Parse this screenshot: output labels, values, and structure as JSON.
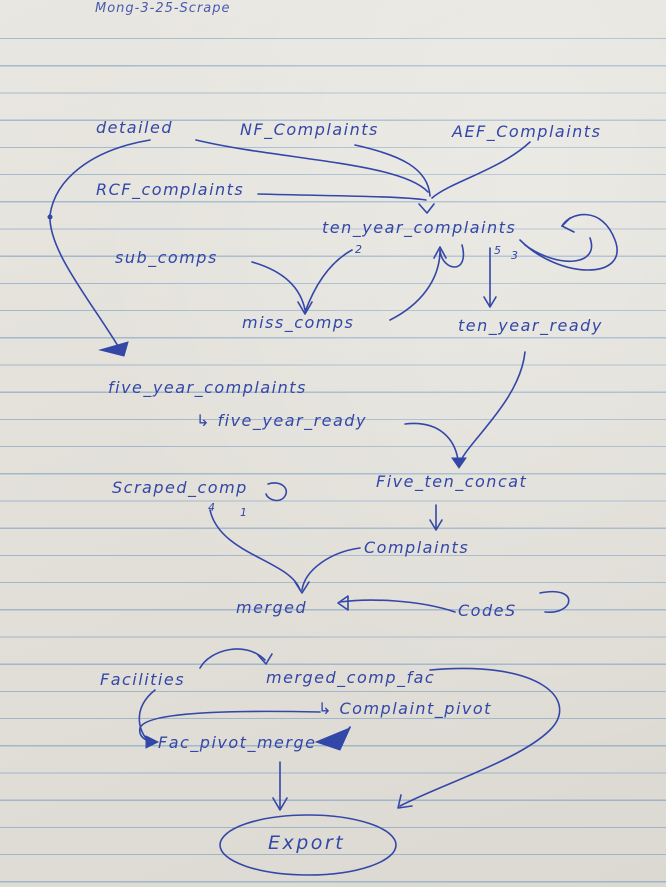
{
  "title": "Mong-3-25-Scrape",
  "nodes": {
    "detailed": "detailed",
    "nf_complaints": "NF_Complaints",
    "aef_complaints": "AEF_Complaints",
    "rcf_complaints": "RCF_complaints",
    "ten_year_complaints": "ten_year_complaints",
    "sub_comps": "sub_comps",
    "miss_comps": "miss_comps",
    "ten_year_ready": "ten_year_ready",
    "five_year_complaints": "five_year_complaints",
    "five_year_ready": "↳ five_year_ready",
    "scraped_comp": "Scraped_comp",
    "five_ten_concat": "Five_ten_concat",
    "complaints": "Complaints",
    "merged": "merged",
    "codes": "CodeS",
    "facilities": "Facilities",
    "merged_comp_fac": "merged_comp_fac",
    "complaint_pivot": "↳ Complaint_pivot",
    "fac_pivot_merge": "Fac_pivot_merge",
    "export": "Export"
  },
  "annotations": {
    "ten_year_mark_2": "2",
    "ten_year_mark_5": "5",
    "ten_year_mark_3": "3",
    "scraped_mark_4": "4",
    "scraped_mark_1": "1"
  },
  "colors": {
    "ink": "#3347a8",
    "paper": "#e4e2db",
    "rule_line": "#6e96be"
  }
}
